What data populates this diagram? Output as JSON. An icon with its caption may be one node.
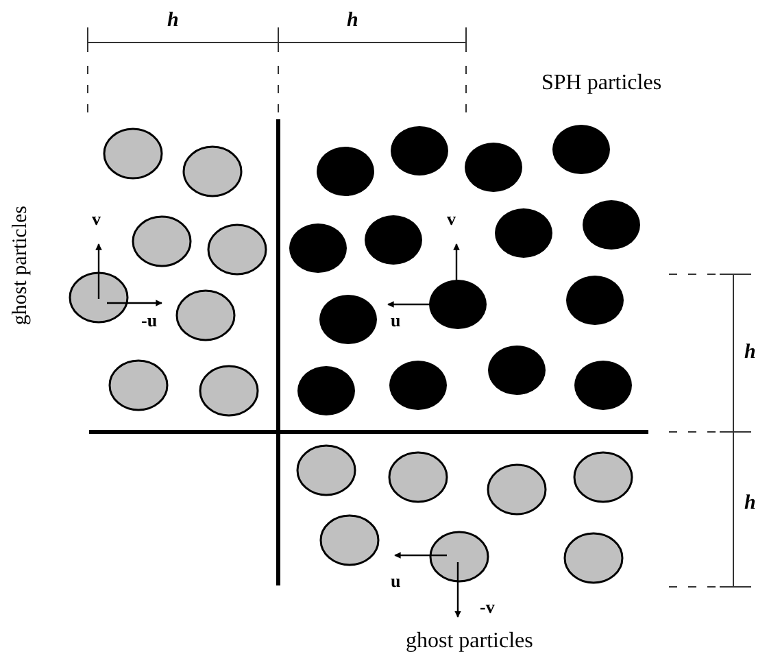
{
  "diagram": {
    "labels": [
      "h",
      "h",
      "SPH particles",
      "ghost particles",
      "v",
      "v",
      "-u",
      "u",
      "h",
      "h",
      "u",
      "-v",
      "ghost particles"
    ]
  }
}
